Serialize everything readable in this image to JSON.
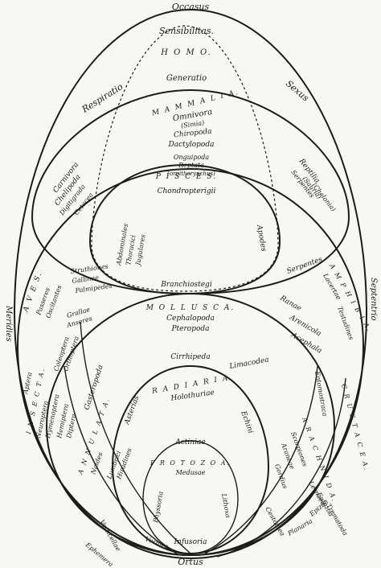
{
  "labels": {
    "occasus": "Occasus",
    "ortus": "Ortus",
    "sensibilitas": "Sensibilitas.",
    "homo": "H O M O.",
    "generatio": "Generatio",
    "respiratio": "Respiratio",
    "sexus": "Sexus",
    "meridies": "Meridies",
    "septentrio": "Septentrio",
    "mammalia": "M A M M A L I A.",
    "omnivora": "Omnivora",
    "simiae": "(Simia)",
    "chiropoda": "Chiropoda",
    "dactylopoda": "Dactylopoda",
    "onguipoda": "Onguipoda",
    "reptata": "Reptata",
    "ornithorynchus": "(ornithorynchus)",
    "carnivora": "Carnivora",
    "chelipoda": "Chelipoda",
    "digitigrada": "Digitigrada",
    "cetacea": "Cetacea",
    "pisces": "P I S C E S.",
    "chondropterigii": "Chondropterigii",
    "abdominales": "Abdominales",
    "thoracici": "Thoracici",
    "jugulares": "Jugulares",
    "apodes": "Apodes",
    "branchiostegi": "Branchiostegi",
    "reptilia_1": "Reptilia",
    "reptilia_2": "Serpentes",
    "reptilia_3": "(Sauria)",
    "reptilia_4": "(Chelonia)",
    "aves": "A V E S.",
    "passeres": "Passeres",
    "oscitantes": "Oscitantes",
    "struthiones": "Struthiones",
    "gallinae": "Gallinae",
    "palmipedes": "Palmipedes",
    "grallae": "Grallae",
    "anseres": "Anseres",
    "serpentes": "Serpentes",
    "amphibia": "A M P H I B I A.",
    "lacertae": "Lacertae",
    "ranae": "Ranae",
    "testudines": "Testudines",
    "mollusca": "M O L L U S C A.",
    "cephalopoda": "Cephalopoda",
    "pteropoda": "Pteropoda",
    "acephala": "Acephala",
    "arenicola": "Arenicola",
    "coleoptera": "Coleoptera",
    "orthoptera": "Orthoptera",
    "gasteropoda": "Gasteropoda",
    "cirrhipeda": "Cirrhipeda",
    "limacodea": "Limacodea",
    "radiaria": "R A D I A R I A.",
    "holothuriae": "Holothuriae",
    "asterias": "Asterias",
    "echini": "Echini",
    "actiniae": "Actiniae",
    "protozoa": "P R O T O Z O A.",
    "medusae": "Medusae",
    "physsoria": "Physsoria",
    "lithoxa": "Lithoxa",
    "infusoria": "Infusoria",
    "vermes": "Vermes",
    "insecta": "I N S E C T A.",
    "aptera": "Aptera",
    "neuroptera": "Neuroptera",
    "hymenoptera": "Hymenoptera",
    "hemiptera": "Hemiptera",
    "diptera": "Diptera",
    "annulata": "A N N U L A T A.",
    "naides": "Naides",
    "lumbrici": "Lumbrici",
    "hirudines": "Hirudines",
    "ephemera": "Ephemera",
    "crustacea": "C R U S T A C E A.",
    "entomostraca": "Entomostraca",
    "arachnida": "A R A C H N I D A.",
    "scorpiones": "Scorpiones",
    "araneae": "Araneae",
    "gordius": "Gordius",
    "cestoidea": "Cestoidea",
    "entozoa": "Entozoa",
    "trematoda": "Trematoda",
    "planaria": "Planaria",
    "vorticellae": "Vorticellae",
    "epizoa": "Epizoa",
    "lernaea": "Lernaea"
  }
}
